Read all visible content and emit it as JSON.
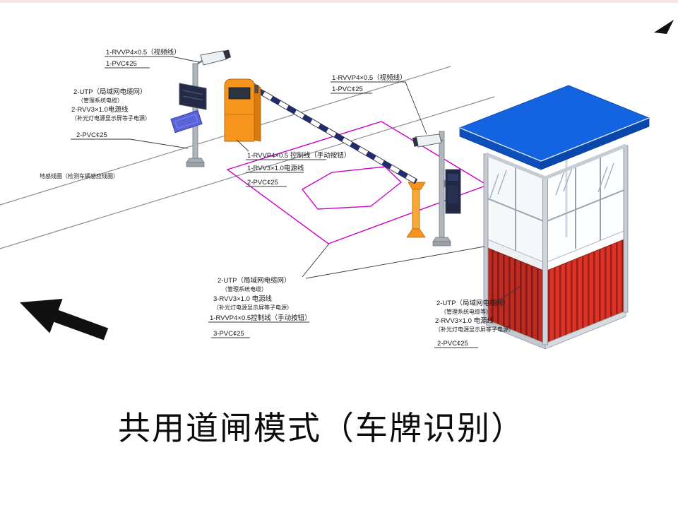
{
  "title": "共用道闸模式（车牌识别）",
  "labels": {
    "cam1_video": [
      "1-RVVP4×0.5（视频线）",
      "1-PVC¢25"
    ],
    "cam1_aux": [
      "2-UTP（局域网电缆网）",
      "（管理系统电缆）",
      "2-RVV3×1.0电源线",
      "（补光灯电源显示屏等子电源）",
      "2-PVC¢25"
    ],
    "ground_loop": "地感线圈（检测车辆感应线圈）",
    "barrier_cables": [
      "1-RVVP4×0.5 控制线（手动按钮）",
      "1-RVV3×1.0电源线",
      "2-PVC¢25"
    ],
    "cam2_video": [
      "1-RVVP4×0.5（视频线）",
      "1-PVC¢25"
    ],
    "island_cables": [
      "2-UTP（局域网电缆网）",
      "（管理系统电缆）",
      "3-RVV3×1.0 电源线",
      "（补光灯电源显示屏等子电源）",
      "1-RVVP4×0.5控制线（手动按钮）",
      "3-PVC¢25"
    ],
    "booth_cables": [
      "2-UTP（局域网电缆网）",
      "（管理系统电缆等）",
      "2-RVV3×1.0 电源线",
      "（补光灯电源显示屏等子电源）",
      "2-PVC¢25"
    ]
  },
  "colors": {
    "roof_blue": "#1463e0",
    "wall_red": "#e03126",
    "barrier_orange": "#f7941d",
    "loop_magenta": "#cc00cc",
    "floodlight_purple": "#5a63d8"
  }
}
